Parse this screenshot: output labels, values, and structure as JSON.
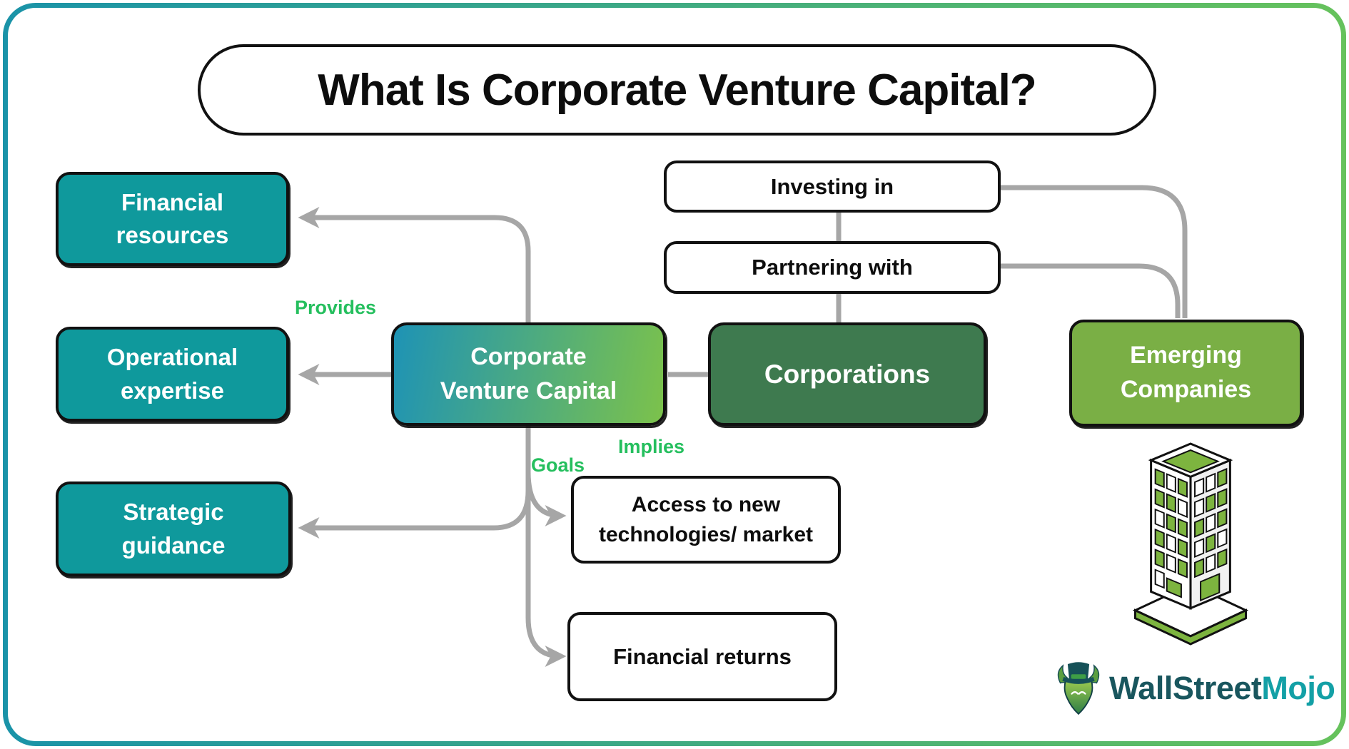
{
  "title": "What Is Corporate Venture Capital?",
  "labels": {
    "provides": "Provides",
    "goals": "Goals",
    "implies": "Implies"
  },
  "nodes": {
    "financial_resources": "Financial\nresources",
    "operational_expertise": "Operational\nexpertise",
    "strategic_guidance": "Strategic\nguidance",
    "cvc": "Corporate\nVenture Capital",
    "corporations": "Corporations",
    "investing_in": "Investing in",
    "partnering_with": "Partnering with",
    "emerging_companies": "Emerging\nCompanies",
    "access_new_tech": "Access to new\ntechnologies/ market",
    "financial_returns": "Financial returns"
  },
  "logo": {
    "part1": "WallStreet",
    "part2": "Mojo"
  },
  "colors": {
    "teal-box": "#0f999c",
    "dark-green-box": "#3e7a4f",
    "light-green-box": "#7aaf45",
    "cvc-gradient-start": "#1e93b5",
    "cvc-gradient-end": "#7cc24b",
    "label-green": "#25bf5e",
    "connector-gray": "#a6a6a6",
    "frame-start": "#1a93a8",
    "frame-end": "#66c25c",
    "logo-dark": "#19565e",
    "logo-teal": "#13a0a6",
    "building-green": "#7db43f",
    "border-black": "#111111"
  }
}
